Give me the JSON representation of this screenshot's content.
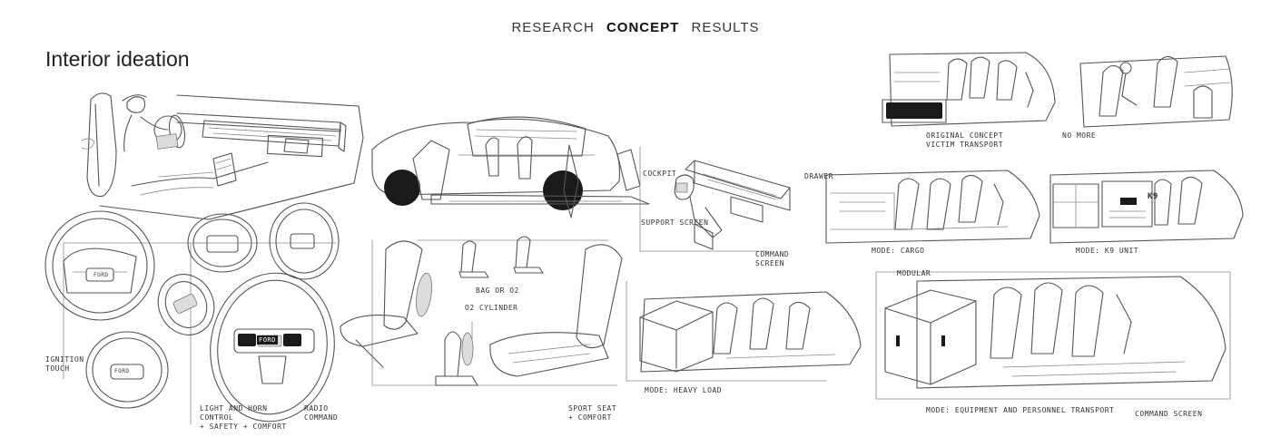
{
  "nav": {
    "research": "RESEARCH",
    "concept": "CONCEPT",
    "results": "RESULTS",
    "active": "concept"
  },
  "page": {
    "title": "Interior ideation"
  },
  "notes": {
    "ignition": "IGNITION\nTOUCH",
    "light_horn": "LIGHT AND HORN\nCONTROL\n+ SAFETY + COMFORT",
    "radio": "RADIO\nCOMMAND",
    "bag_or_o2": "BAG  OR  O2",
    "o2_cylinder": "O2 CYLINDER",
    "sport_seat": "SPORT SEAT\n+ COMFORT",
    "cockpit": "COCKPIT",
    "support_screen": "SUPPORT SCREEN",
    "command_screen": "COMMAND\nSCREEN",
    "original_concept": "ORIGINAL CONCEPT\nVICTIM TRANSPORT",
    "no_more": "NO MORE",
    "drawer": "DRAWER",
    "mode_cargo": "MODE: CARGO",
    "mode_k9": "MODE: K9 UNIT",
    "mode_heavy": "MODE: HEAVY LOAD",
    "modular": "MODULAR",
    "mode_equipment": "MODE: EQUIPMENT AND PERSONNEL TRANSPORT",
    "command_screen_2": "COMMAND SCREEN"
  },
  "badges": {
    "ford": "FORD",
    "k9": "K9"
  },
  "icons": [
    "sketch-ok-icon"
  ]
}
